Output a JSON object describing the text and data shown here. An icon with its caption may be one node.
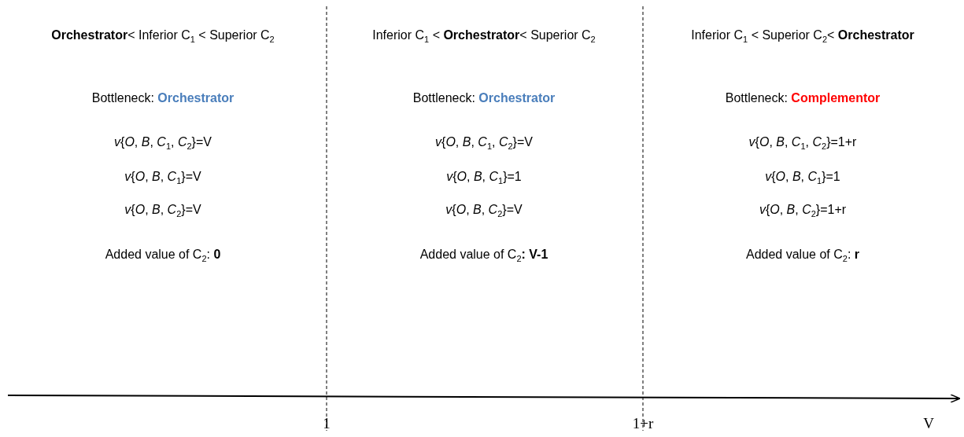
{
  "diagram": {
    "labels": [
      "**Orchestrator**< Inferior C$_{1}$ < Superior C$_{2}$",
      "Bottleneck: **Orchestrator**",
      "*v*{*O*, *B*, *C*$_{1}$, *C*$_{2}$}=V",
      "*v*{*O*, *B*, *C*$_{1}$}=V",
      "*v*{*O*, *B*, *C*$_{2}$}=V",
      "Added value of C$_{2}$: **0**",
      "Inferior C$_{1}$ < **Orchestrator**< Superior C$_{2}$",
      "Bottleneck: **Orchestrator**",
      "*v*{*O*, *B*, *C*$_{1}$, *C*$_{2}$}=V",
      "*v*{*O*, *B*, *C*$_{1}$}=1",
      "*v*{*O*, *B*, *C*$_{2}$}=V",
      "Added value of C$_{2}$**: V-1**",
      "Inferior C$_{1}$ < Superior C$_{2}$< **Orchestrator**",
      "Bottleneck: **Complementor**",
      "*v*{*O*, *B*, *C*$_{1}$, *C*$_{2}$}=1+r",
      "*v*{*O*, *B*, *C*$_{1}$}=1",
      "*v*{*O*, *B*, *C*$_{2}$}=1+r",
      "Added value of C$_{2}$: **r**",
      "1",
      "1+r",
      "V"
    ]
  }
}
